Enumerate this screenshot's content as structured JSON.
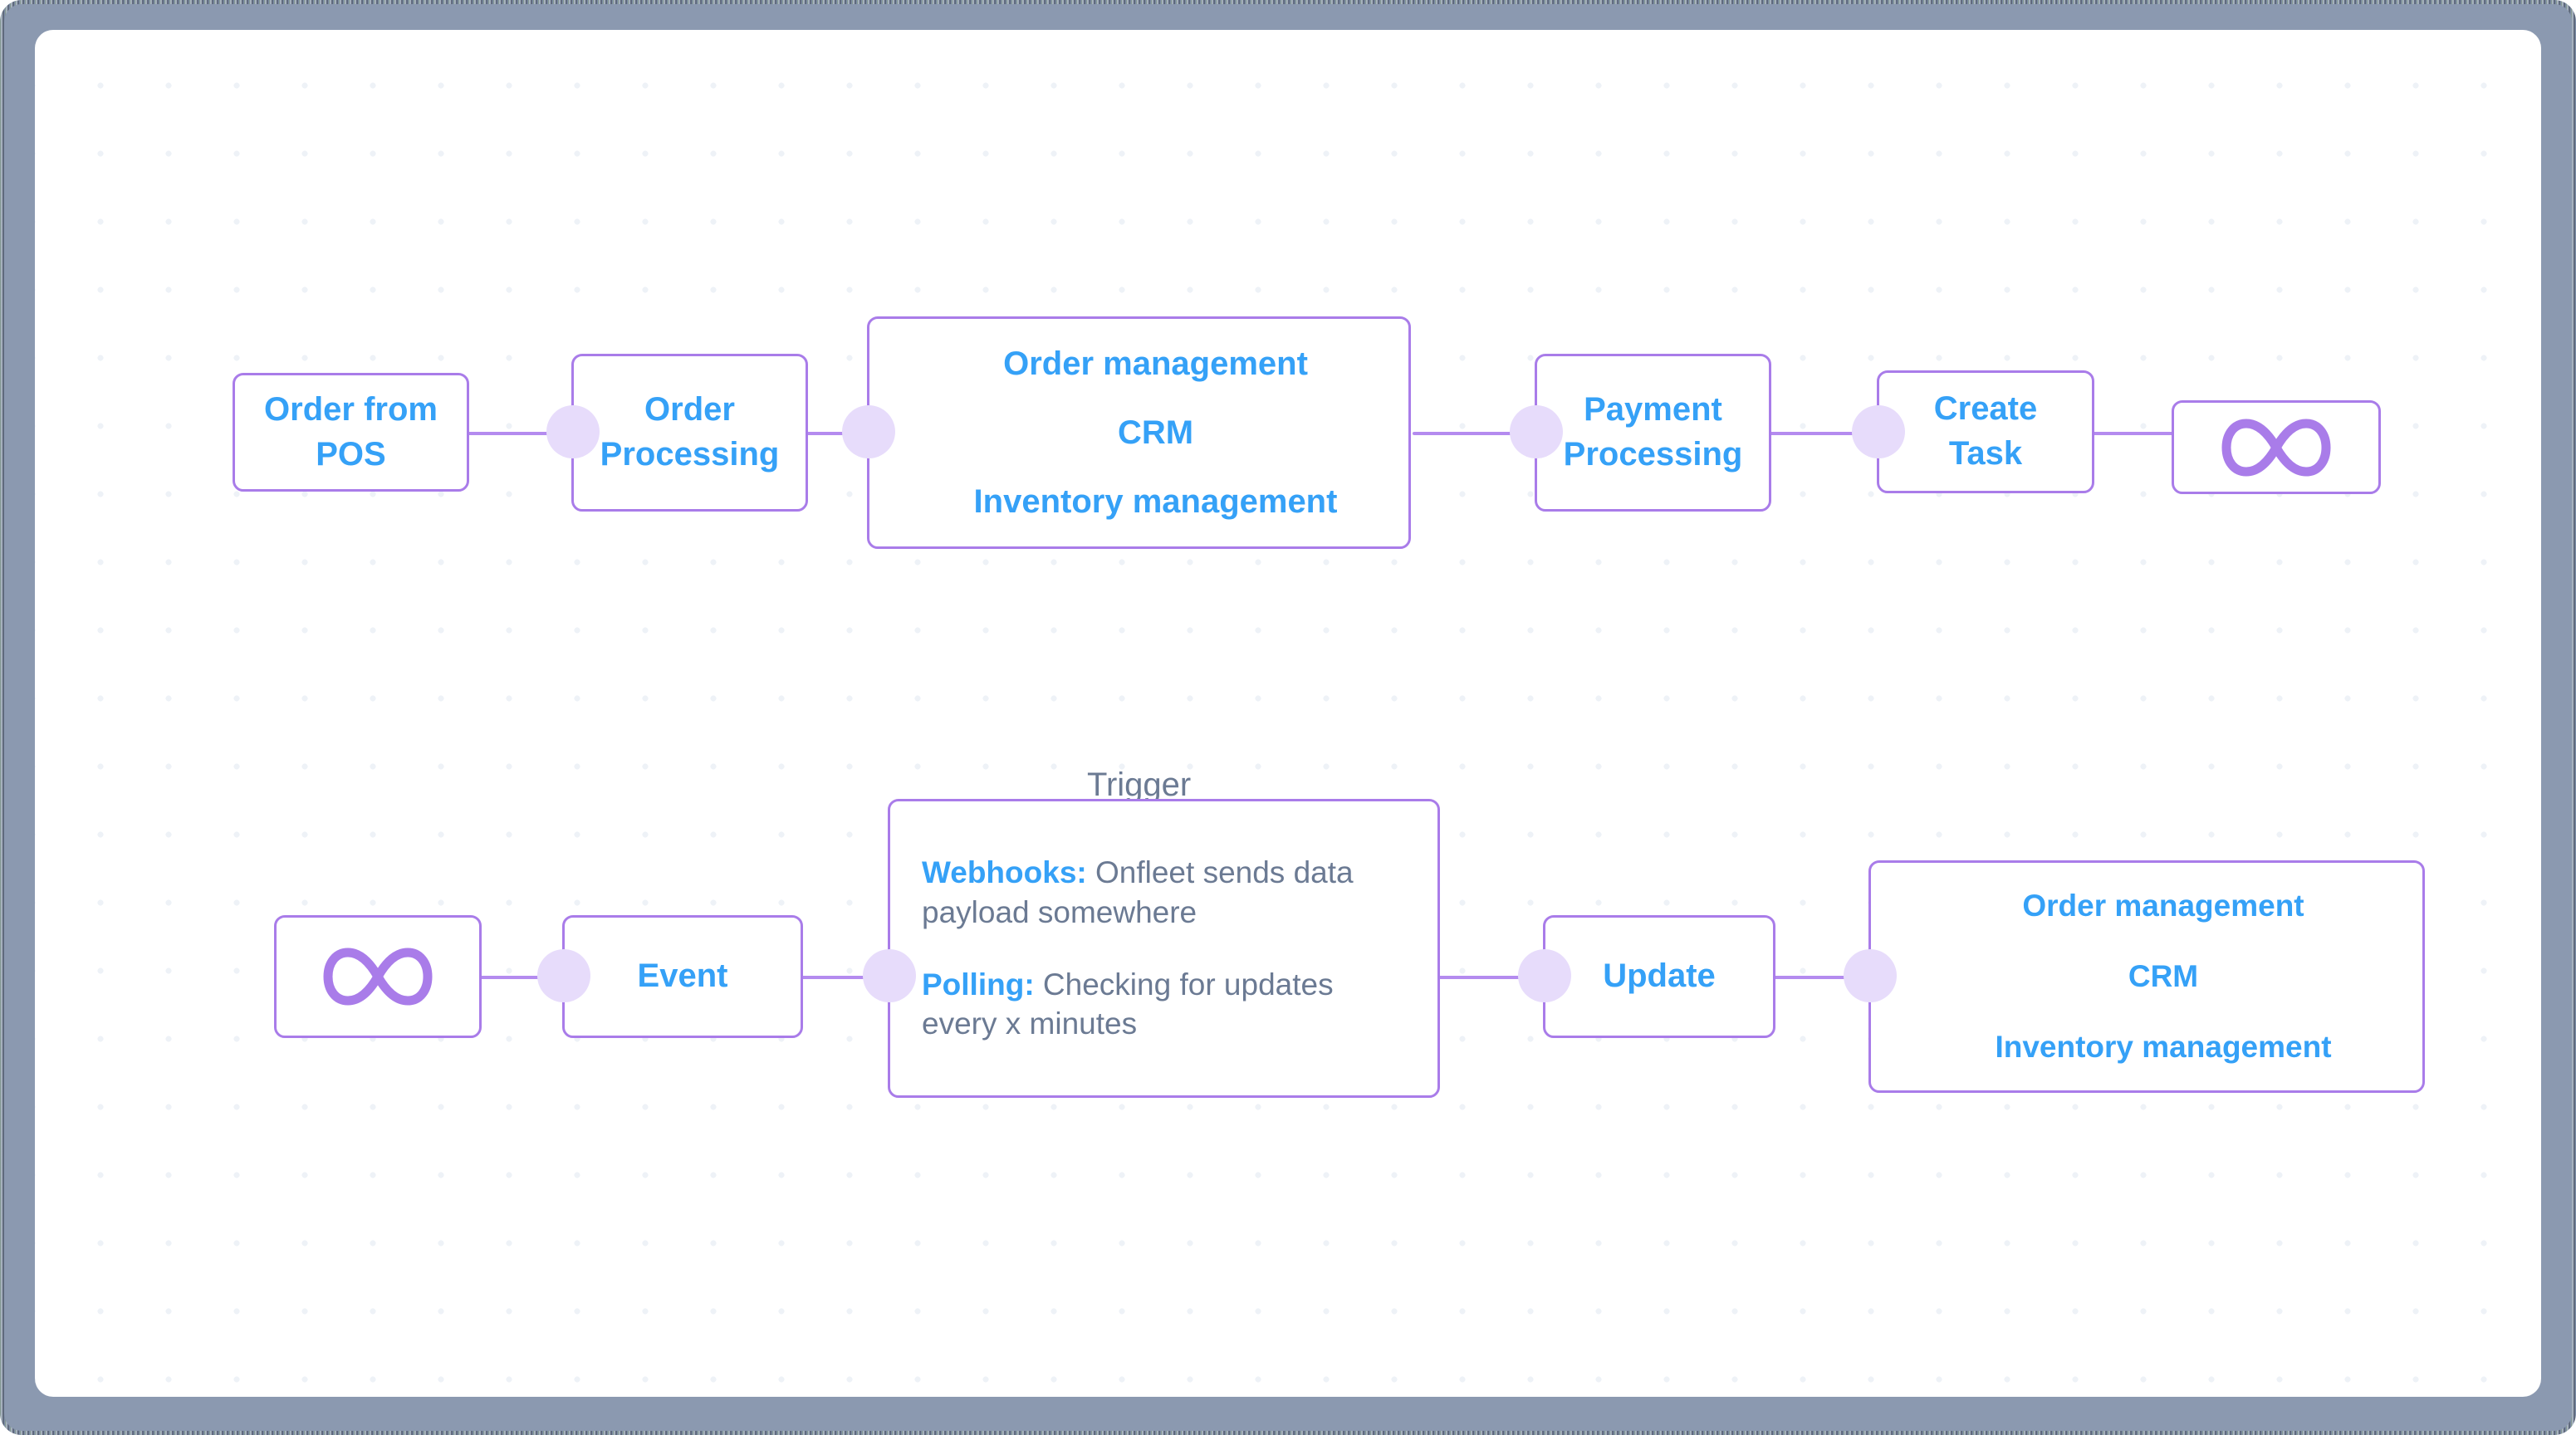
{
  "canvas": {
    "background": "#ffffff",
    "frame_color": "#8b99b0",
    "dot_color": "#eef2f7",
    "accent_border": "#a97ce9",
    "accent_port": "#9b72e8",
    "accent_port_halo": "#e7dcfb",
    "label_blue": "#35a1f7",
    "body_gray": "#6b7a93"
  },
  "flows": [
    {
      "id": "order-flow",
      "nodes": [
        {
          "id": "order-from-pos",
          "label": "Order from\nPOS"
        },
        {
          "id": "order-processing",
          "label": "Order\nProcessing"
        },
        {
          "id": "systems-top",
          "lines": [
            "Order management",
            "CRM",
            "Inventory management"
          ]
        },
        {
          "id": "payment-processing",
          "label": "Payment\nProcessing"
        },
        {
          "id": "create-task",
          "label": "Create\nTask"
        },
        {
          "id": "integration-end",
          "icon": "infinity-icon"
        }
      ]
    },
    {
      "id": "trigger-flow",
      "caption": "Trigger",
      "nodes": [
        {
          "id": "integration-start",
          "icon": "infinity-icon"
        },
        {
          "id": "event",
          "label": "Event"
        },
        {
          "id": "trigger-detail",
          "paragraphs": [
            {
              "keyword": "Webhooks:",
              "text": " Onfleet sends data payload somewhere"
            },
            {
              "keyword": "Polling:",
              "text": " Checking for updates every x minutes"
            }
          ]
        },
        {
          "id": "update",
          "label": "Update"
        },
        {
          "id": "systems-bottom",
          "lines": [
            "Order management",
            "CRM",
            "Inventory management"
          ]
        }
      ]
    }
  ]
}
